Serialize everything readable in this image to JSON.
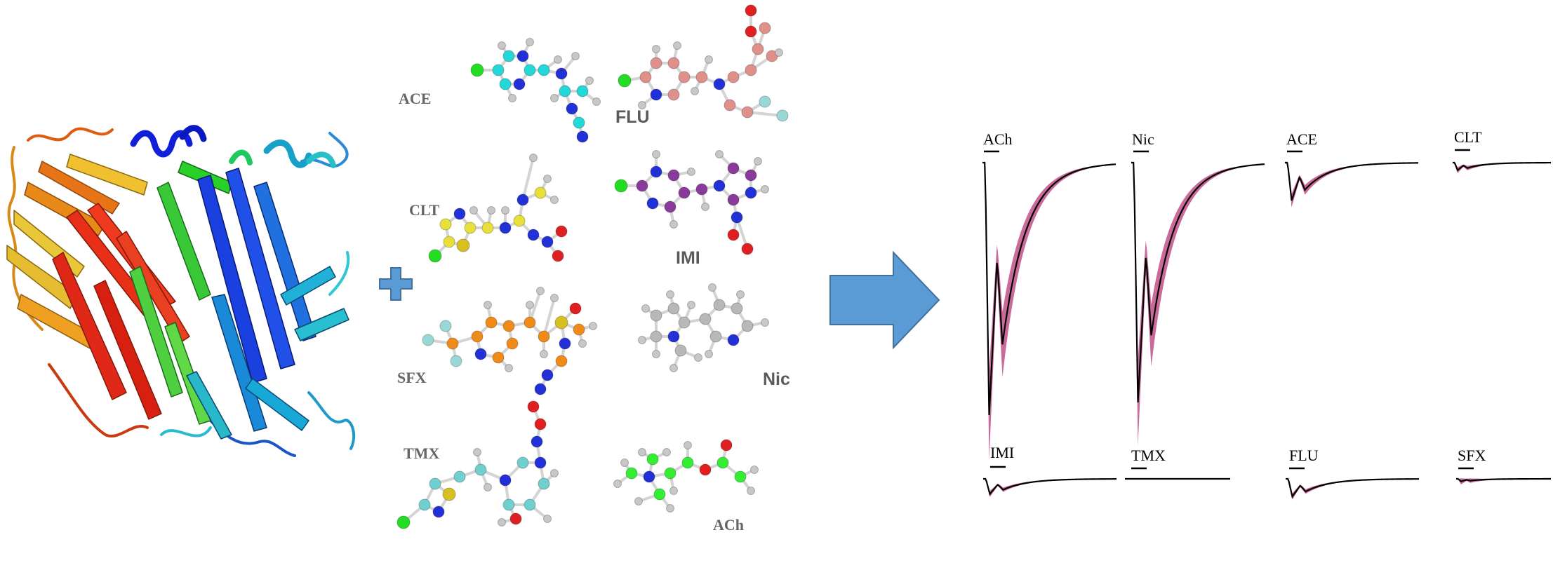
{
  "colors": {
    "arrow_fill": "#5b9bd5",
    "arrow_stroke": "#41719c",
    "trace_line": "#000000",
    "trace_band": "#c0508a",
    "atom_nitrogen": "#2230d8",
    "atom_chlorine": "#22dd22",
    "atom_oxygen": "#e02020",
    "atom_hydrogen": "#c8c8c8",
    "atom_sulfur": "#d8c020"
  },
  "receptor": {
    "icon": "protein-ribbon-structure"
  },
  "plus_icon": "plus-icon",
  "arrow_icon": "arrow-right-icon",
  "molecules": [
    {
      "label": "ACE",
      "carbon_color": "#22d8d8",
      "icon": "acetamiprid-ball-stick"
    },
    {
      "label": "FLU",
      "carbon_color": "#e0908a",
      "icon": "flupyradifurone-ball-stick"
    },
    {
      "label": "CLT",
      "carbon_color": "#e8e038",
      "icon": "clothianidin-ball-stick"
    },
    {
      "label": "IMI",
      "carbon_color": "#8a3a9a",
      "icon": "imidacloprid-ball-stick"
    },
    {
      "label": "SFX",
      "carbon_color": "#f08a18",
      "icon": "sulfoxaflor-ball-stick"
    },
    {
      "label": "Nic",
      "carbon_color": "#b8b8b8",
      "icon": "nicotine-ball-stick"
    },
    {
      "label": "TMX",
      "carbon_color": "#70d0d0",
      "icon": "thiamethoxam-ball-stick"
    },
    {
      "label": "ACh",
      "carbon_color": "#33ee33",
      "icon": "acetylcholine-ball-stick"
    }
  ],
  "traces": [
    {
      "label": "ACh",
      "response": 1.0
    },
    {
      "label": "Nic",
      "response": 0.95
    },
    {
      "label": "ACE",
      "response": 0.15
    },
    {
      "label": "CLT",
      "response": 0.03
    },
    {
      "label": "IMI",
      "response": 0.06
    },
    {
      "label": "TMX",
      "response": 0.0
    },
    {
      "label": "FLU",
      "response": 0.07
    },
    {
      "label": "SFX",
      "response": 0.01
    }
  ]
}
